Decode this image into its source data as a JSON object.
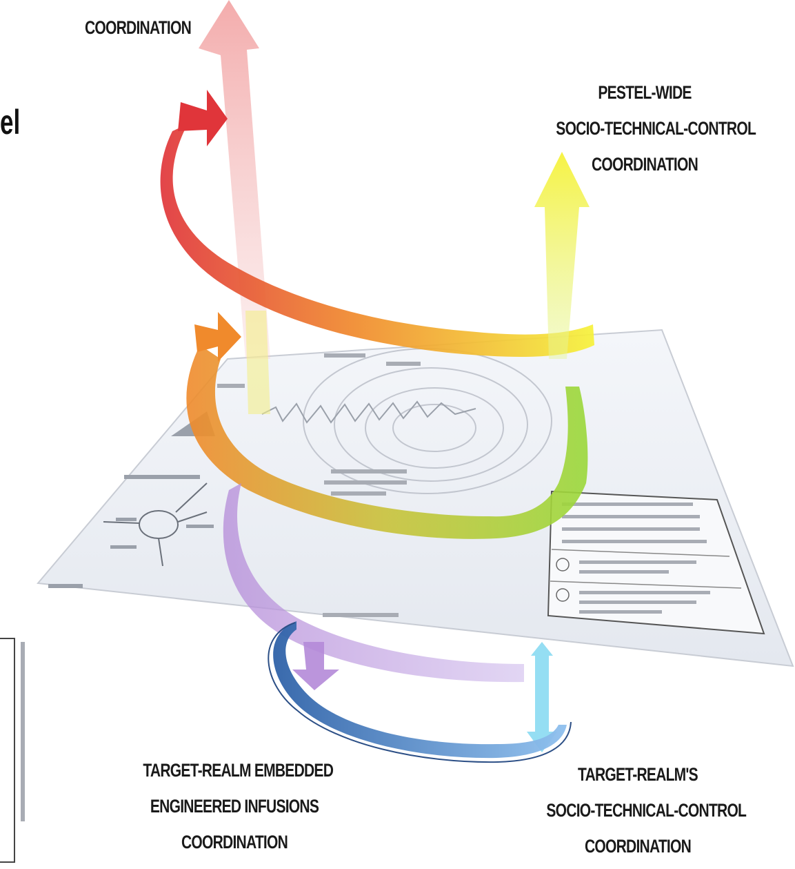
{
  "labels": {
    "top_left": {
      "line1": "COORDINATION"
    },
    "top_right": {
      "line1": "PESTEL-WIDE",
      "line2": "SOCIO-TECHNICAL-CONTROL",
      "line3": "COORDINATION"
    },
    "bottom_left": {
      "line1": "TARGET-REALM EMBEDDED",
      "line2": "ENGINEERED INFUSIONS",
      "line3": "COORDINATION"
    },
    "bottom_right": {
      "line1": "TARGET-REALM'S",
      "line2": "SOCIO-TECHNICAL-CONTROL",
      "line3": "COORDINATION"
    }
  },
  "partial_word": "el",
  "colors": {
    "red": "#e0353a",
    "pink": "#f2a3a3",
    "orange": "#f08a2c",
    "yellow": "#f6f23a",
    "green": "#9ad83a",
    "purple": "#b48ad8",
    "blue": "#4a86c8",
    "cyan": "#8fdcf2",
    "plane": "#eef1f6"
  }
}
